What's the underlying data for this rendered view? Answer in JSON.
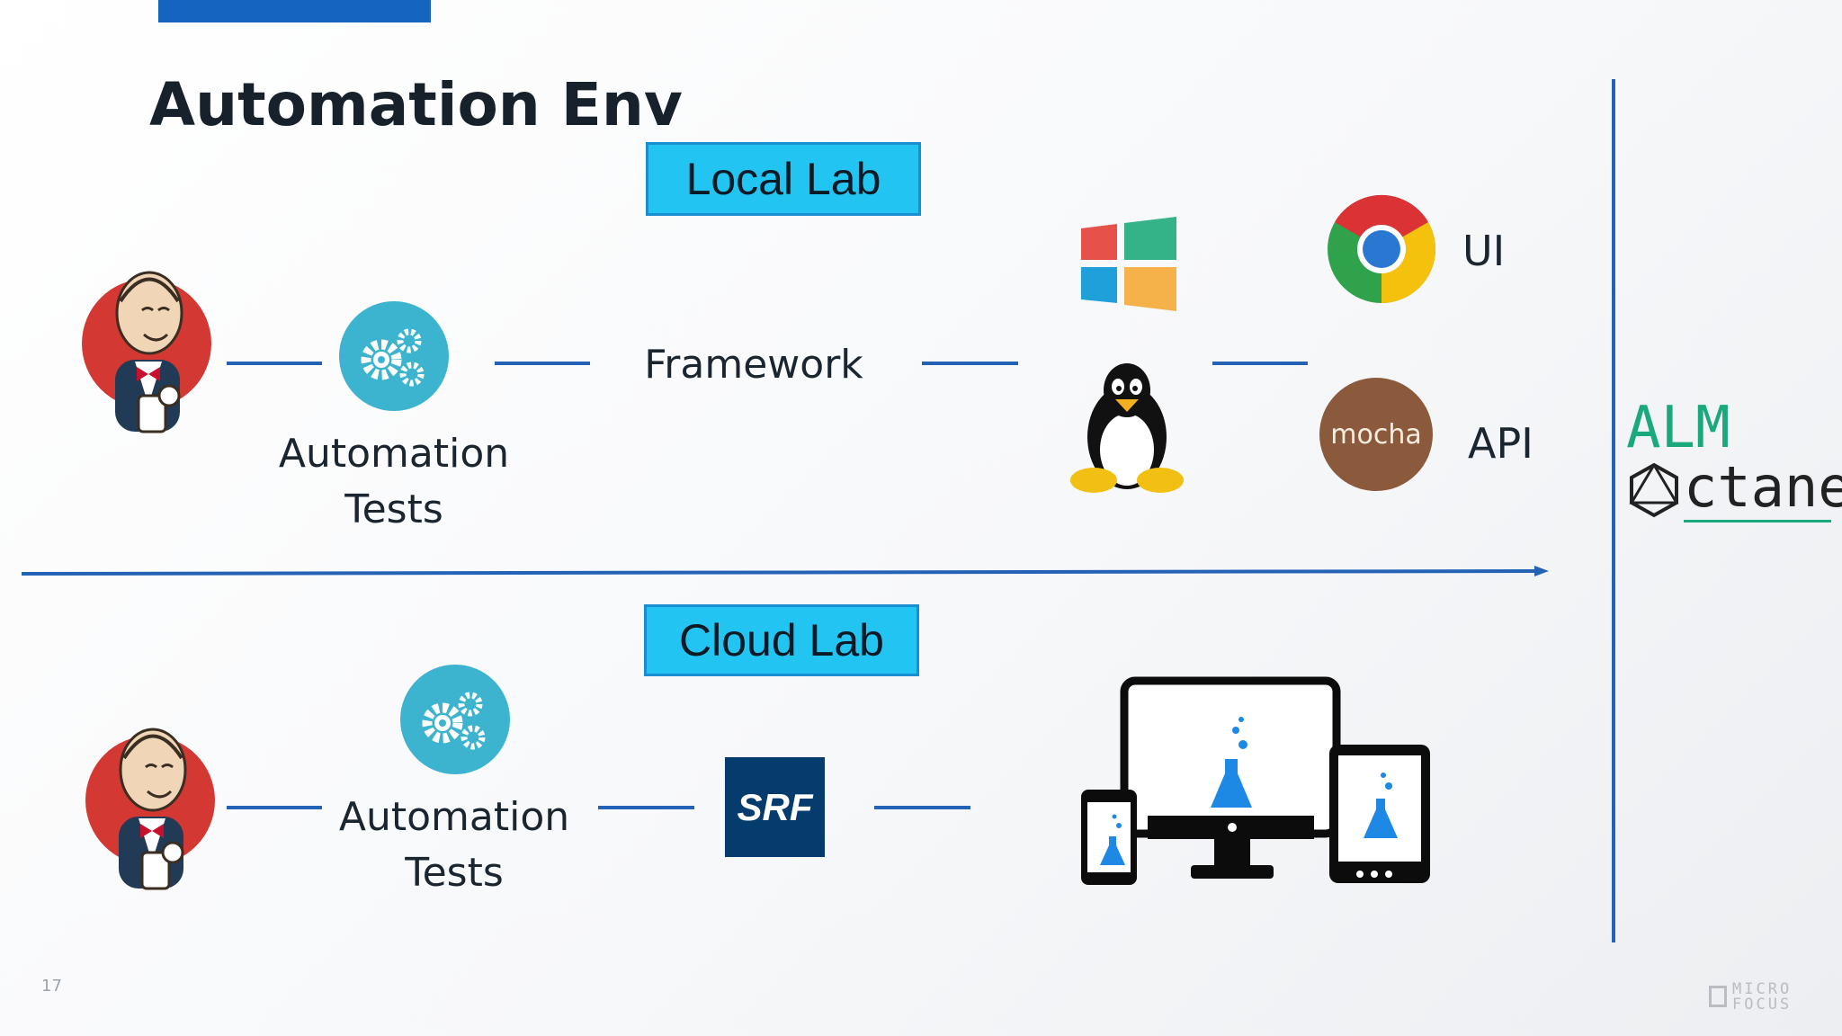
{
  "slide": {
    "title": "Automation Env",
    "page_number": "17",
    "brand": {
      "line1": "MICRO",
      "line2": "FOCUS"
    }
  },
  "local": {
    "lab_label": "Local Lab",
    "tests_line1": "Automation",
    "tests_line2": "Tests",
    "framework_label": "Framework",
    "mocha_text": "mocha",
    "ui_label": "UI",
    "api_label": "API"
  },
  "cloud": {
    "lab_label": "Cloud Lab",
    "tests_line1": "Automation",
    "tests_line2": "Tests",
    "srf_text": "SRF"
  },
  "alm": {
    "line1": "ALM",
    "line2": "ctane"
  },
  "colors": {
    "accent": "#2462b5",
    "lab_box": "#22c4f2",
    "gear_circle": "#3db4cf",
    "srf_box": "#053c6d",
    "mocha": "#8b5a3c",
    "alm_green": "#1aa97c"
  },
  "icons": [
    "jenkins-icon",
    "gears-icon",
    "windows-icon",
    "linux-tux-icon",
    "chrome-icon",
    "mocha-icon",
    "srf-icon",
    "devices-icon",
    "octane-logo",
    "micro-focus-logo"
  ]
}
